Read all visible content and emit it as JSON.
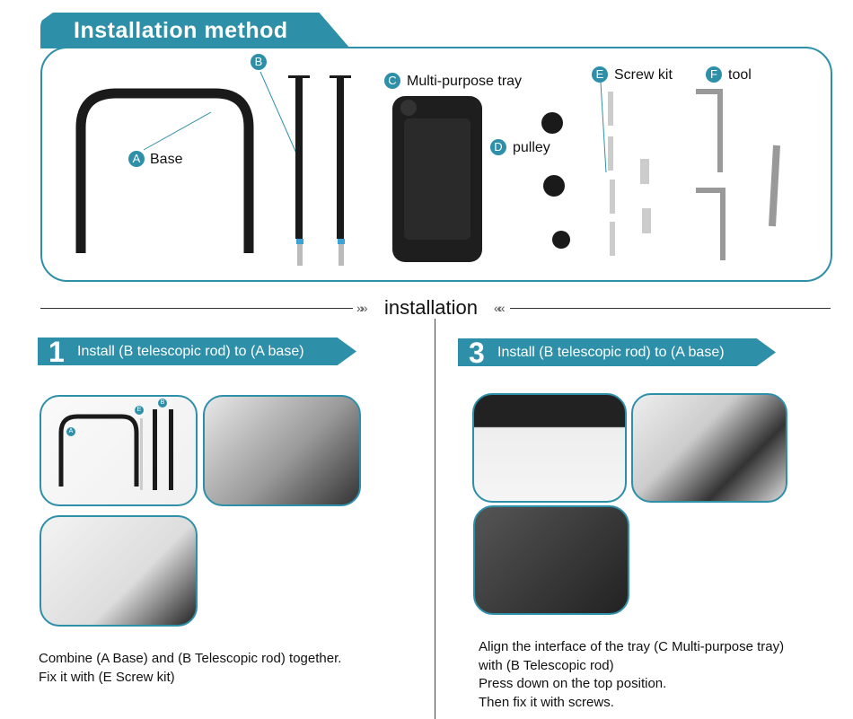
{
  "header": {
    "title": "Installation method"
  },
  "parts": [
    {
      "letter": "A",
      "name": "Base"
    },
    {
      "letter": "B",
      "name": ""
    },
    {
      "letter": "C",
      "name": "Multi-purpose tray"
    },
    {
      "letter": "D",
      "name": "pulley"
    },
    {
      "letter": "E",
      "name": "Screw kit"
    },
    {
      "letter": "F",
      "name": "tool"
    }
  ],
  "section": {
    "title": "installation",
    "left_arrows": "»»",
    "right_arrows": "««"
  },
  "steps": [
    {
      "number": "1",
      "title": "Install (B telescopic rod) to (A base)",
      "lines": [
        "Combine (A Base) and (B Telescopic rod) together.",
        "Fix it with (E Screw kit)"
      ],
      "photo_labels": [
        "A",
        "E",
        "B"
      ]
    },
    {
      "number": "3",
      "title": "Install (B telescopic rod) to (A base)",
      "lines": [
        "Align the interface of the tray (C Multi-purpose tray)",
        "with (B Telescopic rod)",
        "Press down on the top position.",
        "Then fix it with screws."
      ]
    }
  ],
  "colors": {
    "accent": "#2e8fa8"
  }
}
